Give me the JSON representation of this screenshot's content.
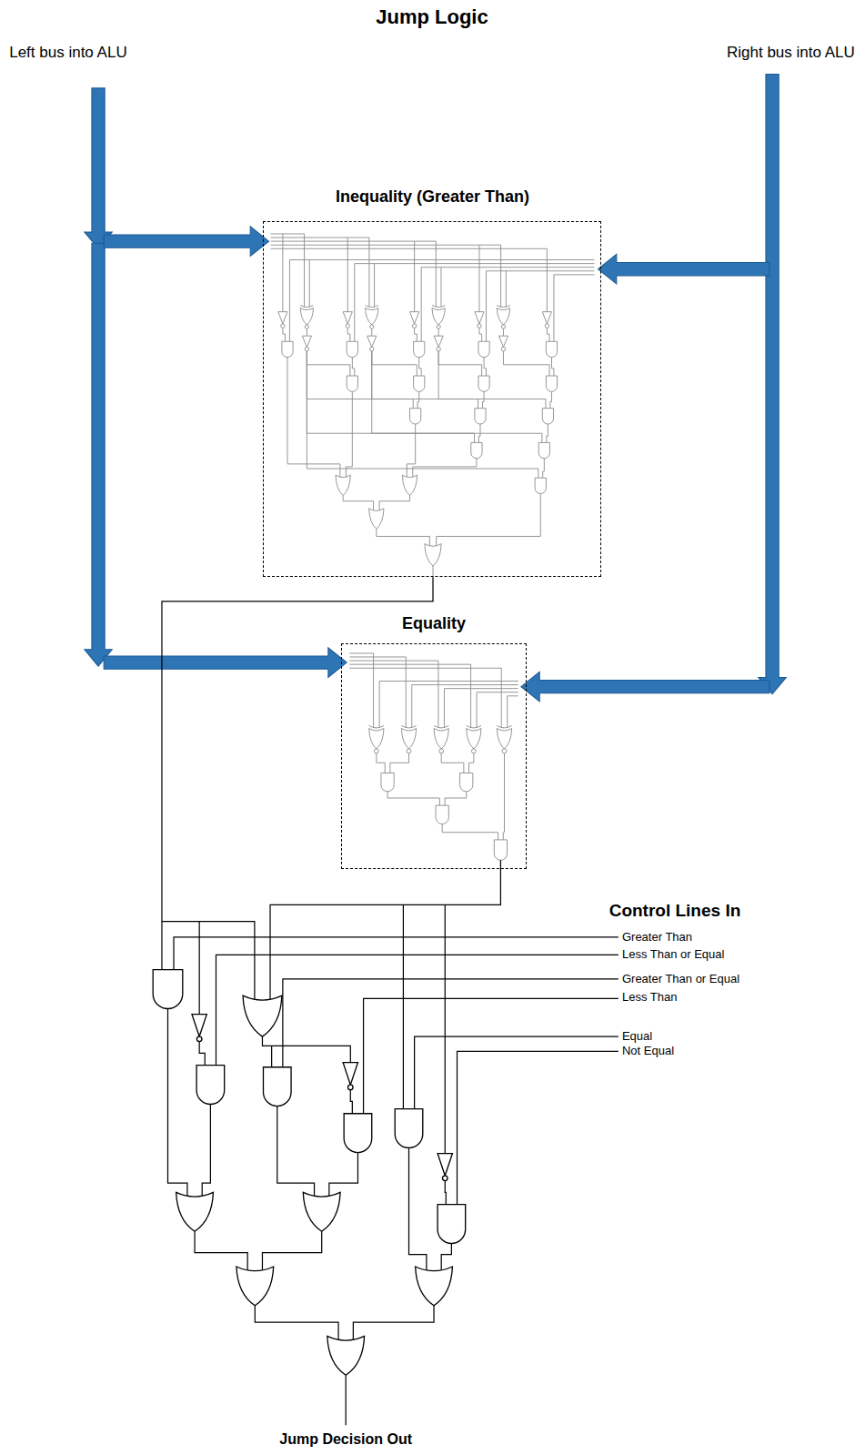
{
  "diagram": {
    "title": "Jump Logic",
    "nodes": [
      {
        "text": [
          "Inequality (Greater Than)"
        ]
      },
      {
        "text": [
          "Equality"
        ]
      }
    ],
    "labels": [
      "Left bus into ALU",
      "Right bus into ALU",
      "Control Lines In",
      "Greater Than",
      "Less Than or Equal",
      "Greater Than or Equal",
      "Less Than",
      "Equal",
      "Not Equal",
      "Jump Decision Out"
    ]
  }
}
